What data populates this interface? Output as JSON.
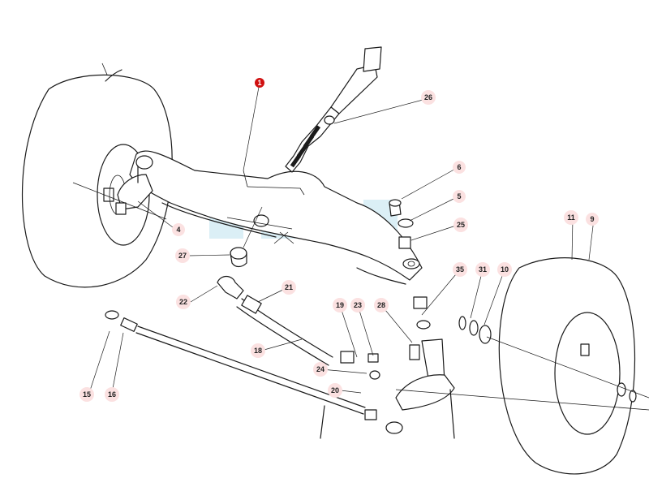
{
  "diagram": {
    "highlight_color": "#d01010",
    "bubble_color": "#fbe1e1",
    "watermark_color": "#bfe3ef",
    "callouts": [
      {
        "id": "c1",
        "label": "1",
        "highlighted": true
      },
      {
        "id": "c26",
        "label": "26"
      },
      {
        "id": "c6",
        "label": "6"
      },
      {
        "id": "c5",
        "label": "5"
      },
      {
        "id": "c25",
        "label": "25"
      },
      {
        "id": "c4",
        "label": "4"
      },
      {
        "id": "c27",
        "label": "27"
      },
      {
        "id": "c11",
        "label": "11"
      },
      {
        "id": "c9",
        "label": "9"
      },
      {
        "id": "c35",
        "label": "35"
      },
      {
        "id": "c31",
        "label": "31"
      },
      {
        "id": "c10",
        "label": "10"
      },
      {
        "id": "c22",
        "label": "22"
      },
      {
        "id": "c21",
        "label": "21"
      },
      {
        "id": "c19",
        "label": "19"
      },
      {
        "id": "c23",
        "label": "23"
      },
      {
        "id": "c28",
        "label": "28"
      },
      {
        "id": "c18",
        "label": "18"
      },
      {
        "id": "c24",
        "label": "24"
      },
      {
        "id": "c20",
        "label": "20"
      },
      {
        "id": "c15",
        "label": "15"
      },
      {
        "id": "c16",
        "label": "16"
      }
    ]
  }
}
